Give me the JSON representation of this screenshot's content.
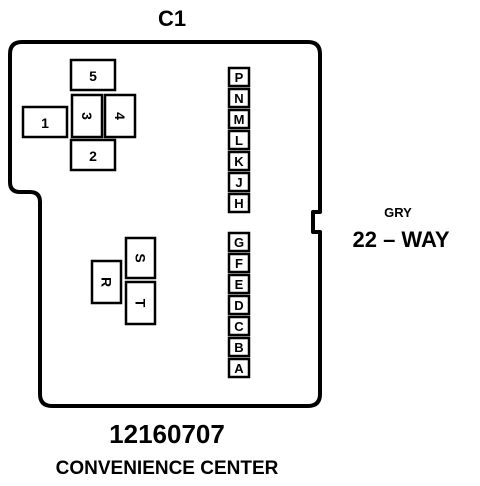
{
  "connector": {
    "label": "C1",
    "color_name": "GRY",
    "way_count": "22 – WAY",
    "part_number": "12160707",
    "location": "CONVENIENCE CENTER"
  },
  "cavities": {
    "relay_block_1": [
      "5",
      "1",
      "3",
      "4",
      "2"
    ],
    "relay_block_2": [
      "S",
      "R",
      "T"
    ],
    "pin_column_top": [
      "P",
      "N",
      "M",
      "L",
      "K",
      "J",
      "H"
    ],
    "pin_column_bottom": [
      "G",
      "F",
      "E",
      "D",
      "C",
      "B",
      "A"
    ]
  },
  "colors": {
    "ink": "#000000",
    "background": "#ffffff"
  }
}
